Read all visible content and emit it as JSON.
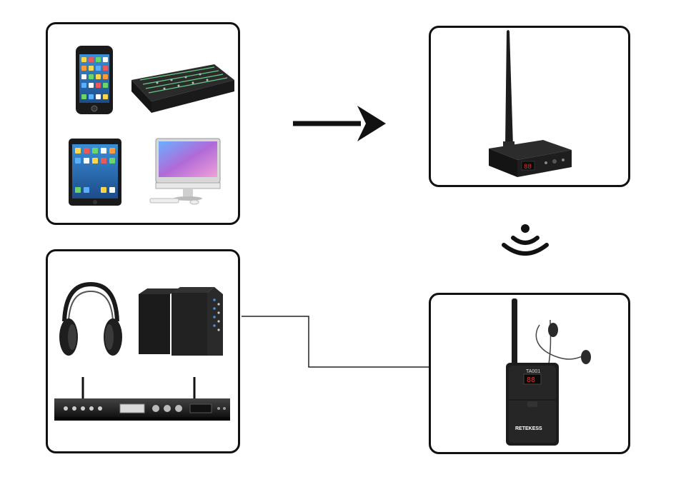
{
  "panels": {
    "sources": {
      "devices": [
        {
          "icon": "smartphone-icon"
        },
        {
          "icon": "audio-mixer-icon"
        },
        {
          "icon": "tablet-icon"
        },
        {
          "icon": "desktop-monitor-icon"
        }
      ]
    },
    "transmitter": {
      "icon": "wireless-transmitter-icon",
      "display": "88"
    },
    "outputs": {
      "devices": [
        {
          "icon": "headphones-icon"
        },
        {
          "icon": "speakers-icon"
        },
        {
          "icon": "rack-amplifier-icon"
        }
      ]
    },
    "receiver": {
      "icon": "bodypack-receiver-icon",
      "model": "TA001",
      "display": "88",
      "brand": "RETEKESS"
    }
  },
  "connectors": {
    "arrow": {
      "icon": "arrow-right-icon"
    },
    "signal": {
      "icon": "wireless-signal-icon"
    }
  },
  "colors": {
    "outline": "#111111",
    "device_dark": "#1c1c1c",
    "display_red": "#e03030"
  }
}
